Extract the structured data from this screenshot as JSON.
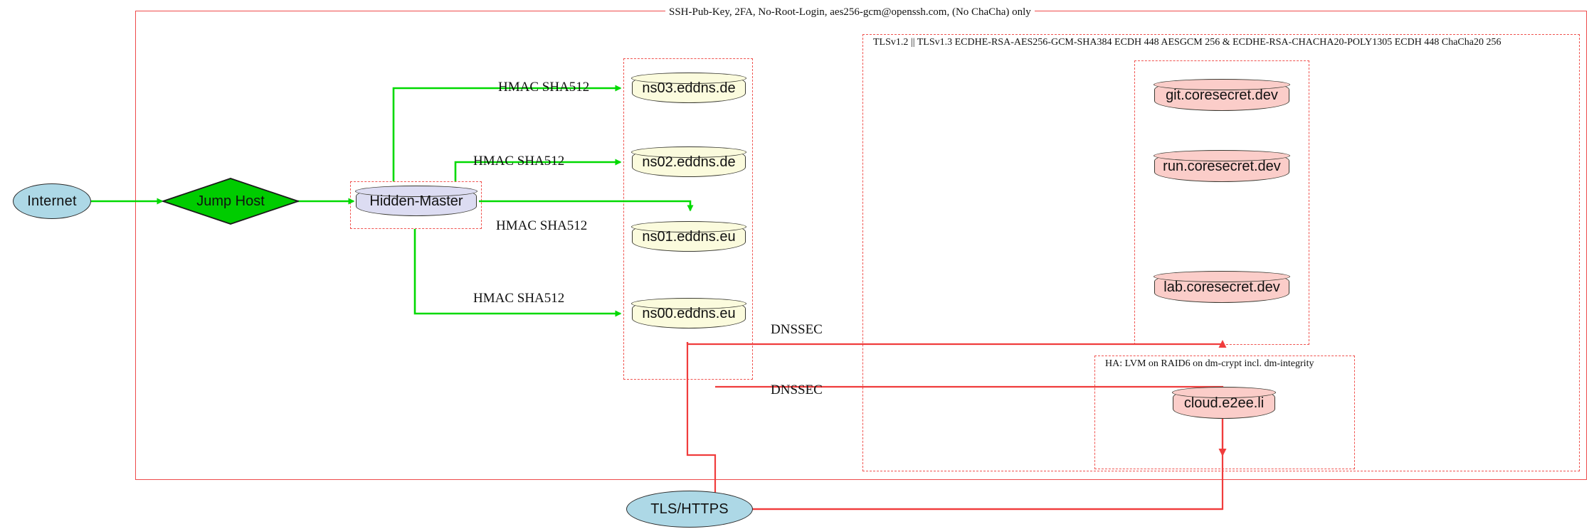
{
  "diagram": {
    "title_labels": {
      "ssh_policy": "SSH-Pub-Key, 2FA, No-Root-Login, aes256-gcm@openssh.com, (No ChaCha) only",
      "tls_policy": "TLSv1.2 || TLSv1.3 ECDHE-RSA-AES256-GCM-SHA384 ECDH 448 AESGCM 256 & ECDHE-RSA-CHACHA20-POLY1305 ECDH 448 ChaCha20 256",
      "ha_policy": "HA: LVM on RAID6 on dm-crypt incl. dm-integrity"
    },
    "nodes": {
      "internet": "Internet",
      "jump_host": "Jump Host",
      "hidden_master": "Hidden-Master",
      "ns03": "ns03.eddns.de",
      "ns02": "ns02.eddns.de",
      "ns01": "ns01.eddns.eu",
      "ns00": "ns00.eddns.eu",
      "git": "git.coresecret.dev",
      "run": "run.coresecret.dev",
      "lab": "lab.coresecret.dev",
      "cloud": "cloud.e2ee.li",
      "tls_https": "TLS/HTTPS"
    },
    "edge_labels": {
      "hmac_ns03": "HMAC SHA512",
      "hmac_ns02": "HMAC SHA512",
      "hmac_ns01": "HMAC SHA512",
      "hmac_ns00": "HMAC SHA512",
      "dnssec_upper": "DNSSEC",
      "dnssec_lower": "DNSSEC"
    },
    "colors": {
      "edge_green": "#00d900",
      "edge_red": "#f03c3c",
      "cluster_red": "#ee4b4b",
      "internet_fill": "#add8e6",
      "jump_fill": "#00cc00",
      "master_fill": "#dcdcf2",
      "dns_fill": "#fbfbdd",
      "service_fill": "#fbcdc9"
    }
  }
}
